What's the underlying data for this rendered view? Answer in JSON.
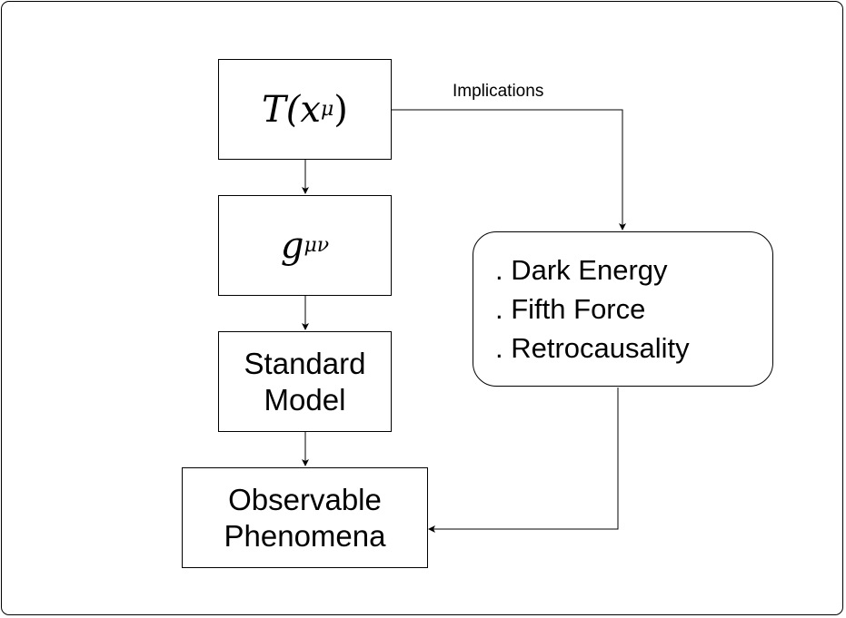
{
  "nodes": {
    "t_field": {
      "base": "T(x",
      "superscript": "μ",
      "close": ")"
    },
    "metric": {
      "base": "g",
      "subscript": "μν"
    },
    "standard_model": {
      "line1": "Standard",
      "line2": "Model"
    },
    "observable": {
      "line1": "Observable",
      "line2": "Phenomena"
    },
    "implications_list": {
      "items": [
        ". Dark Energy",
        ". Fifth Force",
        ". Retrocausality"
      ]
    }
  },
  "edges": {
    "implications_label": "Implications"
  }
}
